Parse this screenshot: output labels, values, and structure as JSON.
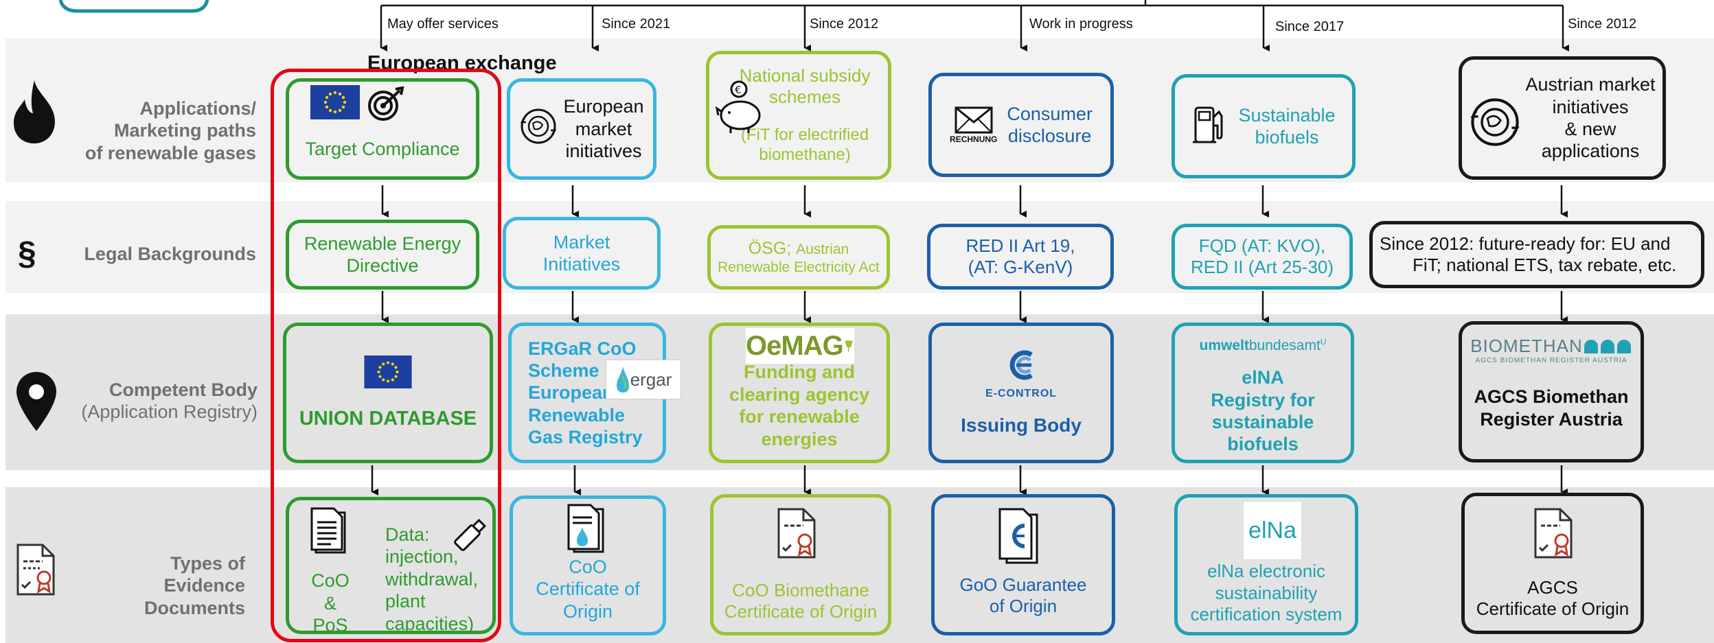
{
  "timeline": {
    "labels": [
      "May offer services",
      "Since 2021",
      "Since 2012",
      "Work in progress",
      "Since 2017",
      "Since 2012"
    ]
  },
  "european_exchange": "European exchange",
  "row_labels": {
    "applications": [
      "Applications/",
      "Marketing paths",
      "of renewable gases"
    ],
    "legal": "Legal Backgrounds",
    "competent_body": "Competent Body",
    "competent_body_sub": "(Application Registry)",
    "evidence": [
      "Types of",
      "Evidence",
      "Documents"
    ]
  },
  "row_icons": [
    "flame-icon",
    "paragraph-icon",
    "location-pin-icon",
    "certificate-document-icon"
  ],
  "columns": [
    {
      "color": "#2e9b2e",
      "application": [
        "Target Compliance"
      ],
      "legal": [
        "Renewable Energy",
        "Directive"
      ],
      "body": [
        "UNION DATABASE"
      ],
      "evidence_left": [
        "CoO",
        "&",
        "PoS"
      ],
      "evidence_right": [
        "Data:",
        "injection,",
        "withdrawal,",
        "plant",
        "capacities)"
      ]
    },
    {
      "color": "#38b6e0",
      "application": [
        "European",
        "market",
        "initiatives"
      ],
      "legal": [
        "Market",
        "Initiatives"
      ],
      "body": [
        "ERGaR CoO",
        "Scheme",
        "European",
        "Renewable",
        "Gas Registry"
      ],
      "body_logo": "ergar",
      "evidence": [
        "CoO",
        "Certificate of",
        "Origin"
      ]
    },
    {
      "color": "#9cc431",
      "application": [
        "National subsidy",
        "schemes",
        "(FiT for electrified",
        "biomethane)"
      ],
      "legal_main": "ÖSG;",
      "legal_small": [
        "Austrian",
        "Renewable Electricity Act"
      ],
      "body_logo": "OeMAG",
      "body": [
        "Funding and",
        "clearing agency",
        "for renewable",
        "energies"
      ],
      "evidence": [
        "CoO Biomethane",
        "Certificate of Origin"
      ]
    },
    {
      "color": "#1c5fa8",
      "application": [
        "Consumer",
        "disclosure"
      ],
      "application_icon_caption": "RECHNUNG",
      "legal": [
        "RED II Art 19,",
        "(AT: G-KenV)"
      ],
      "body_logo": "E-CONTROL",
      "body": [
        "Issuing Body"
      ],
      "evidence": [
        "GoO Guarantee",
        "of Origin"
      ]
    },
    {
      "color": "#20a1b3",
      "application": [
        "Sustainable",
        "biofuels"
      ],
      "legal": [
        "FQD (AT: KVO),",
        "RED II (Art 25-30)"
      ],
      "body_logo_a": "umwelt",
      "body_logo_b": "bundesamt",
      "body_logo_sup": "U",
      "body": [
        "elNA",
        "Registry for",
        "sustainable",
        "biofuels"
      ],
      "evidence_logo": "elNa",
      "evidence": [
        "elNa electronic",
        "sustainability",
        "certification system"
      ]
    },
    {
      "color": "#1a1a1a",
      "application": [
        "Austrian market",
        "initiatives",
        "& new",
        "applications"
      ],
      "legal_line1": "Since 2012:  future-ready for: EU and",
      "legal_line2": "FiT;    national ETS, tax rebate, etc.",
      "body_logo": "BIOMETHAN",
      "body_logo_sub": "AGCS BIOMETHAN REGISTER AUSTRIA",
      "body": [
        "AGCS Biomethan",
        "Register Austria"
      ],
      "evidence": [
        "AGCS",
        "Certificate of Origin"
      ]
    }
  ]
}
